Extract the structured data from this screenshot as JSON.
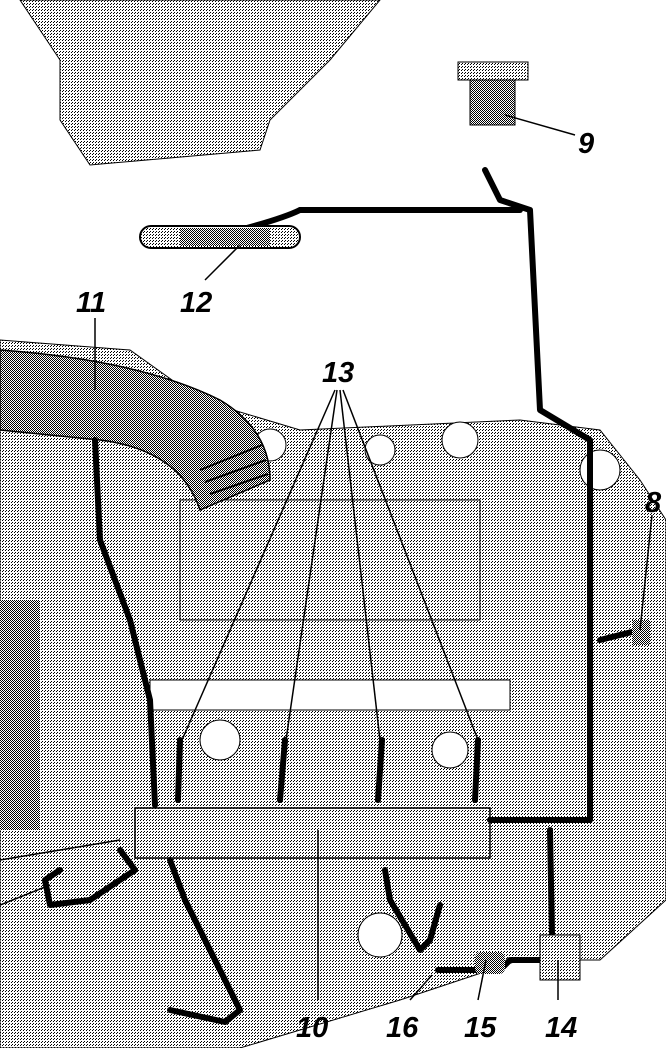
{
  "callouts": {
    "c8": "8",
    "c9": "9",
    "c10": "10",
    "c11": "11",
    "c12": "12",
    "c13": "13",
    "c14": "14",
    "c15": "15",
    "c16": "16"
  },
  "colors": {
    "ink": "#000000",
    "paper": "#ffffff",
    "shade": "#bdbdbd"
  }
}
